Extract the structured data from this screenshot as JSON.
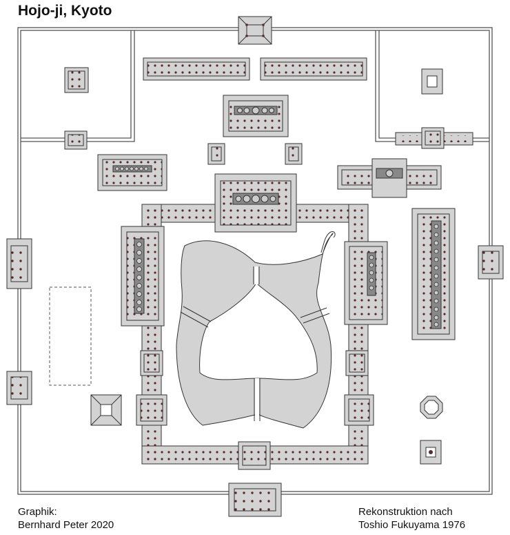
{
  "title": "Hojo-ji, Kyoto",
  "credits": {
    "graphic_label": "Graphik:",
    "graphic_author": "Bernhard Peter 2020",
    "reconstruction_label": "Rekonstruktion nach",
    "reconstruction_author": "Toshio Fukuyama 1976"
  },
  "colors": {
    "building_fill": "#d3d3d3",
    "pond_fill": "#d3d3d3",
    "wall": "#555555",
    "column": "#5a2a2a",
    "background": "#ffffff"
  }
}
